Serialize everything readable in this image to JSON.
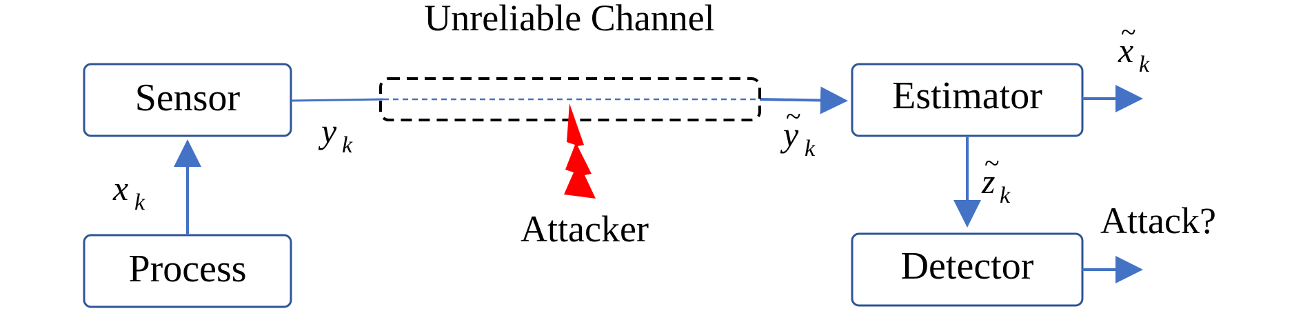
{
  "diagram": {
    "colors": {
      "box_stroke": "#2F5496",
      "arrow": "#4472C4",
      "channel_stroke": "#000000",
      "attacker": "#FF0000",
      "text": "#000000"
    },
    "channel_label": "Unreliable Channel",
    "attacker_label": "Attacker",
    "attack_question": "Attack?",
    "boxes": {
      "sensor": "Sensor",
      "process": "Process",
      "estimator": "Estimator",
      "detector": "Detector"
    },
    "variables": {
      "x_k": {
        "base": "x",
        "sub": "k"
      },
      "y_k": {
        "base": "y",
        "sub": "k"
      },
      "y_tilde_k": {
        "base": "y",
        "sub": "k",
        "accent": "~"
      },
      "x_tilde_k": {
        "base": "x",
        "sub": "k",
        "accent": "~"
      },
      "z_tilde_k": {
        "base": "z",
        "sub": "k",
        "accent": "~"
      }
    }
  }
}
